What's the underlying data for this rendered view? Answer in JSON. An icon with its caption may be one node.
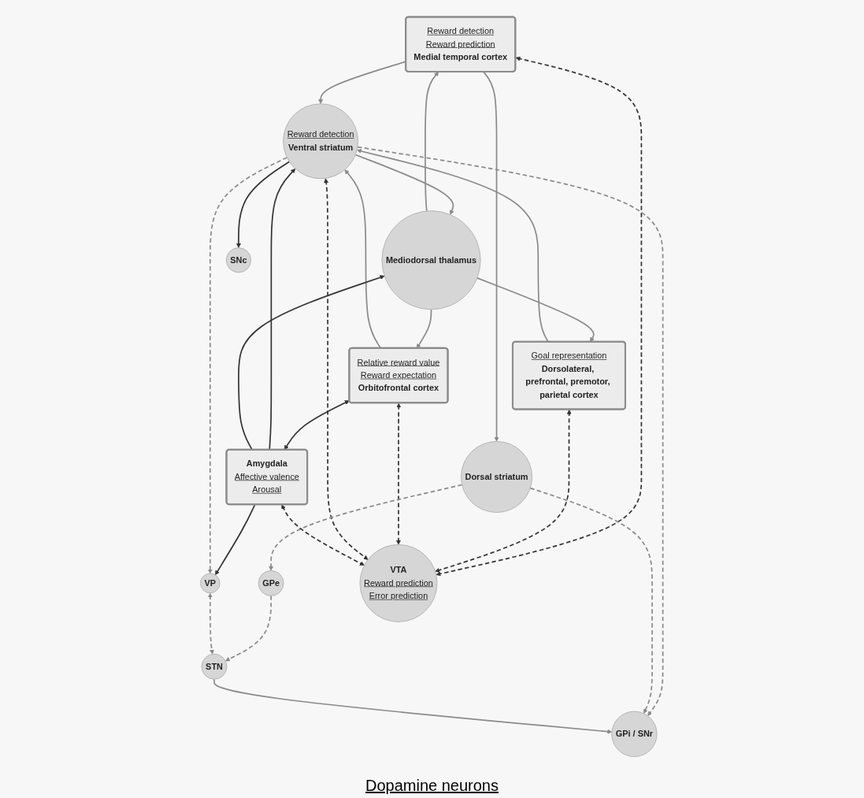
{
  "diagram": {
    "nodes": [
      {
        "text": [
          "Reward detection",
          "Reward prediction",
          "Medial temporal cortex"
        ]
      },
      {
        "text": [
          "Goal representation",
          "Dorsolateral, prefrontal, premotor, parietal cortex"
        ]
      },
      {
        "text": [
          "Relative reward value",
          "Reward expectation",
          "Orbitofrontal cortex"
        ]
      },
      {
        "text": [
          "Dorsal striatum"
        ]
      },
      {
        "text": [
          "Reward detection",
          "Ventral striatum"
        ]
      },
      {
        "text": [
          "Amygdala",
          "Affective valence",
          "Arousal"
        ]
      },
      {
        "text": [
          "GPe"
        ]
      },
      {
        "text": [
          "VP"
        ]
      },
      {
        "text": [
          "STN"
        ]
      },
      {
        "text": [
          "GPi / SNr"
        ]
      },
      {
        "text": [
          "Mediodorsal thalamus"
        ]
      },
      {
        "text": [
          "SNc"
        ]
      },
      {
        "text": [
          "VTA",
          "Reward prediction",
          "Error prediction"
        ]
      }
    ],
    "edges": [
      {
        "from": 0,
        "to": 3,
        "arrow": "to"
      },
      {
        "from": 0,
        "to": 4,
        "arrow": "to"
      },
      {
        "from": 1,
        "to": 4,
        "arrow": "to"
      },
      {
        "from": 2,
        "to": 4,
        "arrow": "to"
      },
      {
        "from": 10,
        "to": 0,
        "arrow": "to"
      },
      {
        "from": 10,
        "to": 1,
        "arrow": "to"
      },
      {
        "from": 10,
        "to": 2,
        "arrow": "to"
      },
      {
        "from": 12,
        "to": 0,
        "arrow": "both",
        "style": "dashed",
        "color": "#333333"
      },
      {
        "from": 12,
        "to": 1,
        "arrow": "both",
        "style": "dashed",
        "color": "#333333"
      },
      {
        "from": 12,
        "to": 2,
        "arrow": "both",
        "style": "dashed",
        "color": "#333333"
      },
      {
        "from": 5,
        "to": 2,
        "arrow": "both",
        "color": "#333333"
      },
      {
        "from": 5,
        "to": 4,
        "arrow": "to",
        "color": "#333333"
      },
      {
        "from": 5,
        "to": 7,
        "arrow": "to",
        "color": "#333333"
      },
      {
        "from": 5,
        "to": 10,
        "arrow": "to",
        "color": "#333333"
      },
      {
        "from": 4,
        "to": 10,
        "arrow": "to"
      },
      {
        "from": 4,
        "to": 7,
        "arrow": "to",
        "style": "dashed"
      },
      {
        "from": 4,
        "to": 9,
        "arrow": "to",
        "style": "dashed"
      },
      {
        "from": 4,
        "to": 11,
        "arrow": "to",
        "color": "#333333"
      },
      {
        "from": 12,
        "to": 4,
        "arrow": "both",
        "style": "dashed",
        "color": "#333333"
      },
      {
        "from": 3,
        "to": 6,
        "arrow": "to",
        "style": "dashed"
      },
      {
        "from": 3,
        "to": 9,
        "arrow": "to",
        "style": "dashed"
      },
      {
        "from": 6,
        "to": 8,
        "arrow": "to",
        "style": "dashed"
      },
      {
        "from": 7,
        "to": 8,
        "arrow": "both",
        "style": "dashed"
      },
      {
        "from": 8,
        "to": 9,
        "arrow": "to"
      },
      {
        "from": 12,
        "to": 5,
        "arrow": "both",
        "style": "dashed",
        "color": "#333333"
      }
    ],
    "labels": [
      "Dopamine neurons"
    ]
  }
}
